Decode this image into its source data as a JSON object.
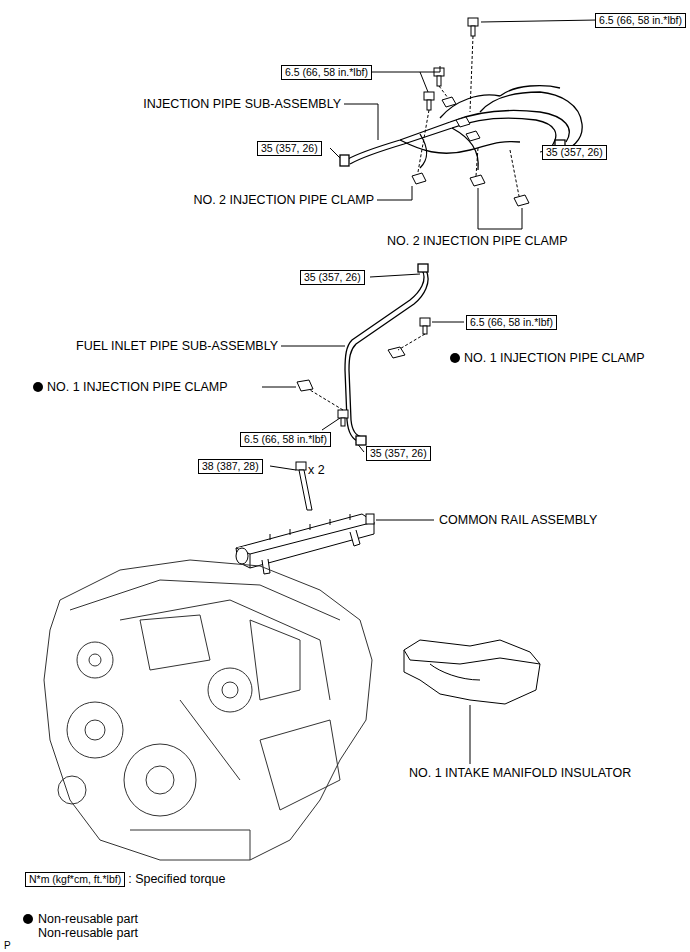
{
  "diagram": {
    "nodes": [
      {
        "text": [
          "6.5 (66, 58 in.*lbf)"
        ]
      },
      {
        "text": [
          "6.5 (66, 58 in.*lbf)"
        ]
      },
      {
        "text": [
          "35 (357, 26)"
        ]
      },
      {
        "text": [
          "35 (357, 26)"
        ]
      },
      {
        "text": [
          "35 (357, 26)"
        ]
      },
      {
        "text": [
          "6.5 (66, 58 in.*lbf)"
        ]
      },
      {
        "text": [
          "6.5 (66, 58 in.*lbf)"
        ]
      },
      {
        "text": [
          "35 (357, 26)"
        ]
      },
      {
        "text": [
          "38 (387, 28)"
        ]
      },
      {
        "text": [
          "N*m (kgf*cm, ft.*lbf)"
        ]
      }
    ],
    "labels": [
      "INJECTION PIPE SUB-ASSEMBLY",
      "NO. 2 INJECTION PIPE CLAMP",
      "NO. 2 INJECTION PIPE CLAMP",
      "FUEL INLET PIPE SUB-ASSEMBLY",
      "NO. 1 INJECTION PIPE CLAMP",
      "NO. 1 INJECTION PIPE CLAMP",
      "x 2",
      "COMMON RAIL ASSEMBLY",
      "NO. 1 INTAKE MANIFOLD INSULATOR",
      "Non-reusable part",
      "P"
    ],
    "legend": [
      {
        "text": ": Specified torque"
      },
      {
        "text": "Non-reusable part"
      }
    ]
  }
}
